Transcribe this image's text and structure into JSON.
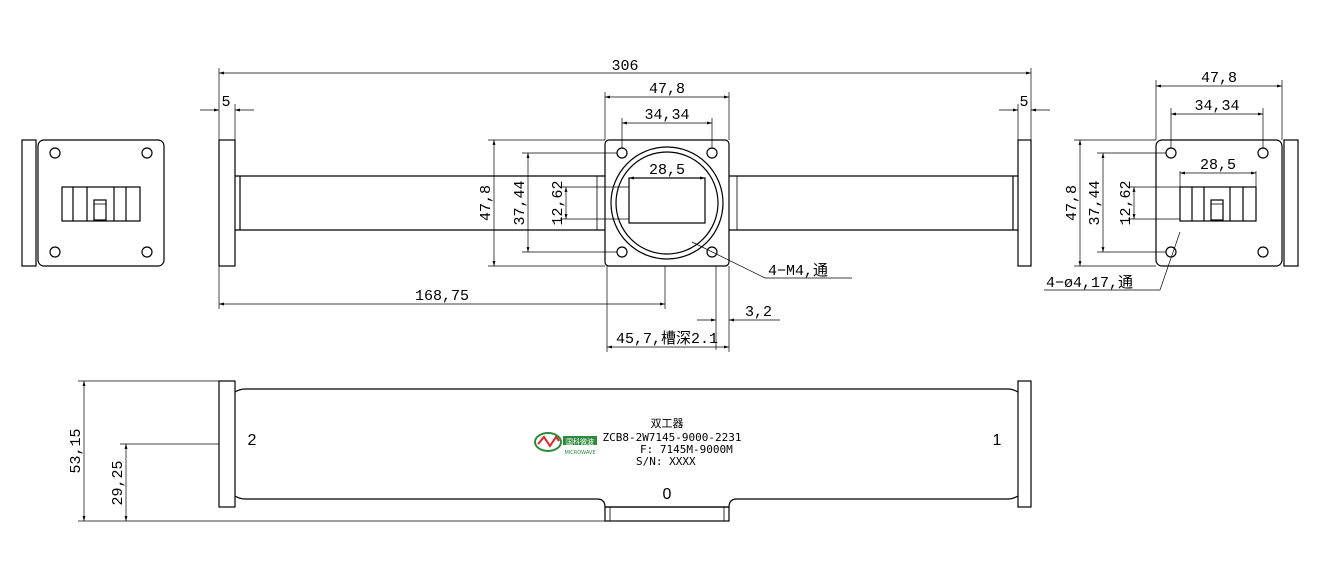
{
  "dimensions": {
    "total_length": "306",
    "flange_thickness_left": "5",
    "flange_thickness_right": "5",
    "flange_width_top": "47,8",
    "hole_pitch_top": "34,34",
    "aperture_width": "28,5",
    "flange_height": "47,8",
    "hole_pitch_vertical": "37,44",
    "aperture_height": "12,62",
    "port_offset": "168,75",
    "screw_holes": "4−M4,通",
    "groove_offset": "3,2",
    "groove_spec": "45,7,槽深2.1",
    "right_flange_width": "47,8",
    "right_hole_pitch": "34,34",
    "right_aperture_width": "28,5",
    "right_flange_height": "47,8",
    "right_hole_pitch_vertical": "37,44",
    "right_aperture_height": "12,62",
    "through_holes": "4−ø4,17,通",
    "body_height": "53,15",
    "port_height": "29,25"
  },
  "nameplate": {
    "name": "双工器",
    "model": "ZCB8-2W7145-9000-2231",
    "freq": "F: 7145M-9000M",
    "serial": "S/N: XXXX",
    "logo_text": "国科微波",
    "logo_sub": "MICROWAVE",
    "logo_color": "#2e8b3d",
    "logo_accent": "#d62828"
  },
  "ports": {
    "port_left": "2",
    "port_right": "1",
    "port_bottom": "0"
  }
}
